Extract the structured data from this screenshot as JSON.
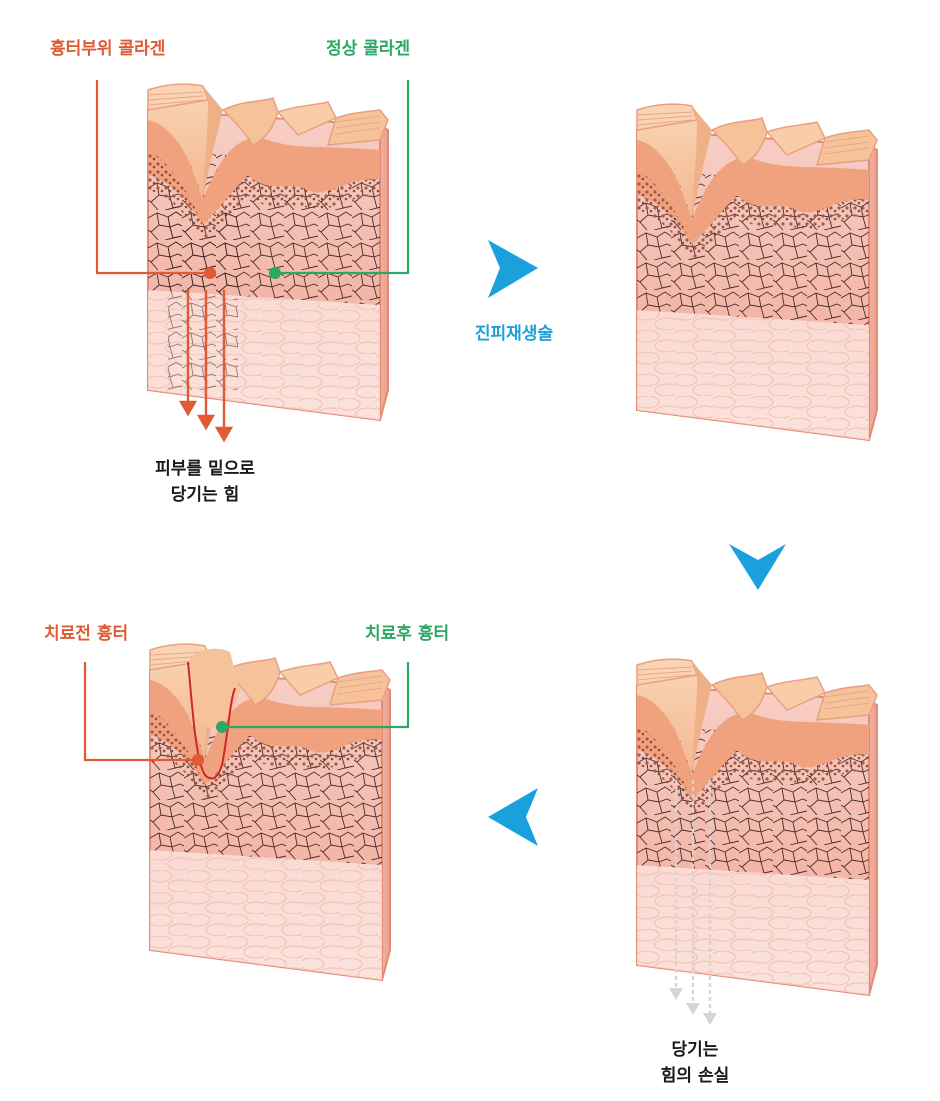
{
  "colors": {
    "orange": "#e05a33",
    "green": "#2aa866",
    "blue": "#1aa0dd",
    "text_dark": "#1a1a1a",
    "skin_top": "#f6c29a",
    "skin_band": "#f0a27e",
    "dermis": "#f6c6bc",
    "fat": "#fbe3dd",
    "pigment": "#b86a5a",
    "crack": "#2a1410"
  },
  "panels": [
    {
      "id": "panel-1",
      "labels": {
        "left": "흉터부위 콜라겐",
        "right": "정상 콜라겐",
        "bottom_line1": "피부를 밑으로",
        "bottom_line2": "당기는 힘"
      }
    },
    {
      "id": "panel-2",
      "labels": {}
    },
    {
      "id": "panel-3",
      "labels": {
        "bottom_line1": "당기는",
        "bottom_line2": "힘의 손실"
      }
    },
    {
      "id": "panel-4",
      "labels": {
        "left": "치료전 흉터",
        "right": "치료후 흉터"
      }
    }
  ],
  "flow": {
    "step1_label": "진피재생술",
    "arrows": [
      "right-arrow",
      "down-arrow",
      "left-arrow"
    ]
  }
}
